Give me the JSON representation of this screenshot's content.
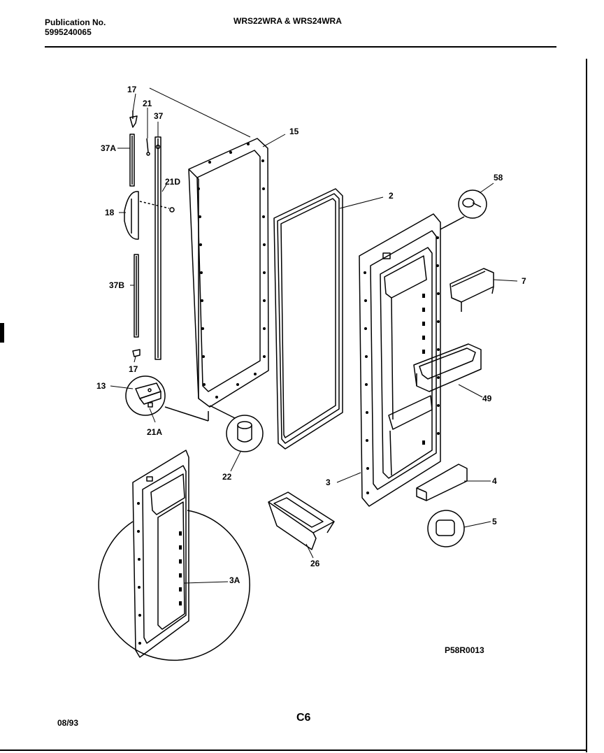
{
  "header": {
    "publication_label": "Publication No.",
    "publication_number": "5995240065",
    "model_title": "WRS22WRA & WRS24WRA"
  },
  "footer": {
    "date": "08/93",
    "page_code": "C6",
    "drawing_code": "P58R0013"
  },
  "callouts": {
    "p17a": "17",
    "p21": "21",
    "p37": "37",
    "p15": "15",
    "p37a": "37A",
    "p21d": "21D",
    "p58": "58",
    "p2": "2",
    "p18": "18",
    "p7": "7",
    "p37b": "37B",
    "p17b": "17",
    "p49": "49",
    "p13": "13",
    "p21a": "21A",
    "p22": "22",
    "p4": "4",
    "p3": "3",
    "p5": "5",
    "p26": "26",
    "p3a": "3A"
  }
}
